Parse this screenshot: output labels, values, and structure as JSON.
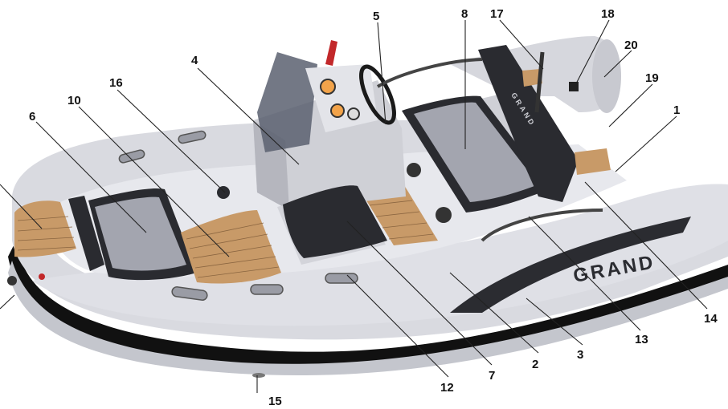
{
  "diagram": {
    "brand_text": "GRAND",
    "seat_brand_text": "GRAND",
    "callouts": [
      "1",
      "2",
      "3",
      "4",
      "5",
      "6",
      "7",
      "8",
      "10",
      "12",
      "13",
      "14",
      "15",
      "16",
      "17",
      "18",
      "19",
      "20"
    ]
  },
  "colors": {
    "tube": "#dcdde3",
    "tube_shadow": "#b9bbc4",
    "deck": "#e8e9ee",
    "teak": "#c89a68",
    "teak_line": "#8a6540",
    "cushion_dark": "#2a2b30",
    "cushion_light": "#9fa1ab",
    "rubstrake": "#111111",
    "console": "#cfd0d6"
  }
}
